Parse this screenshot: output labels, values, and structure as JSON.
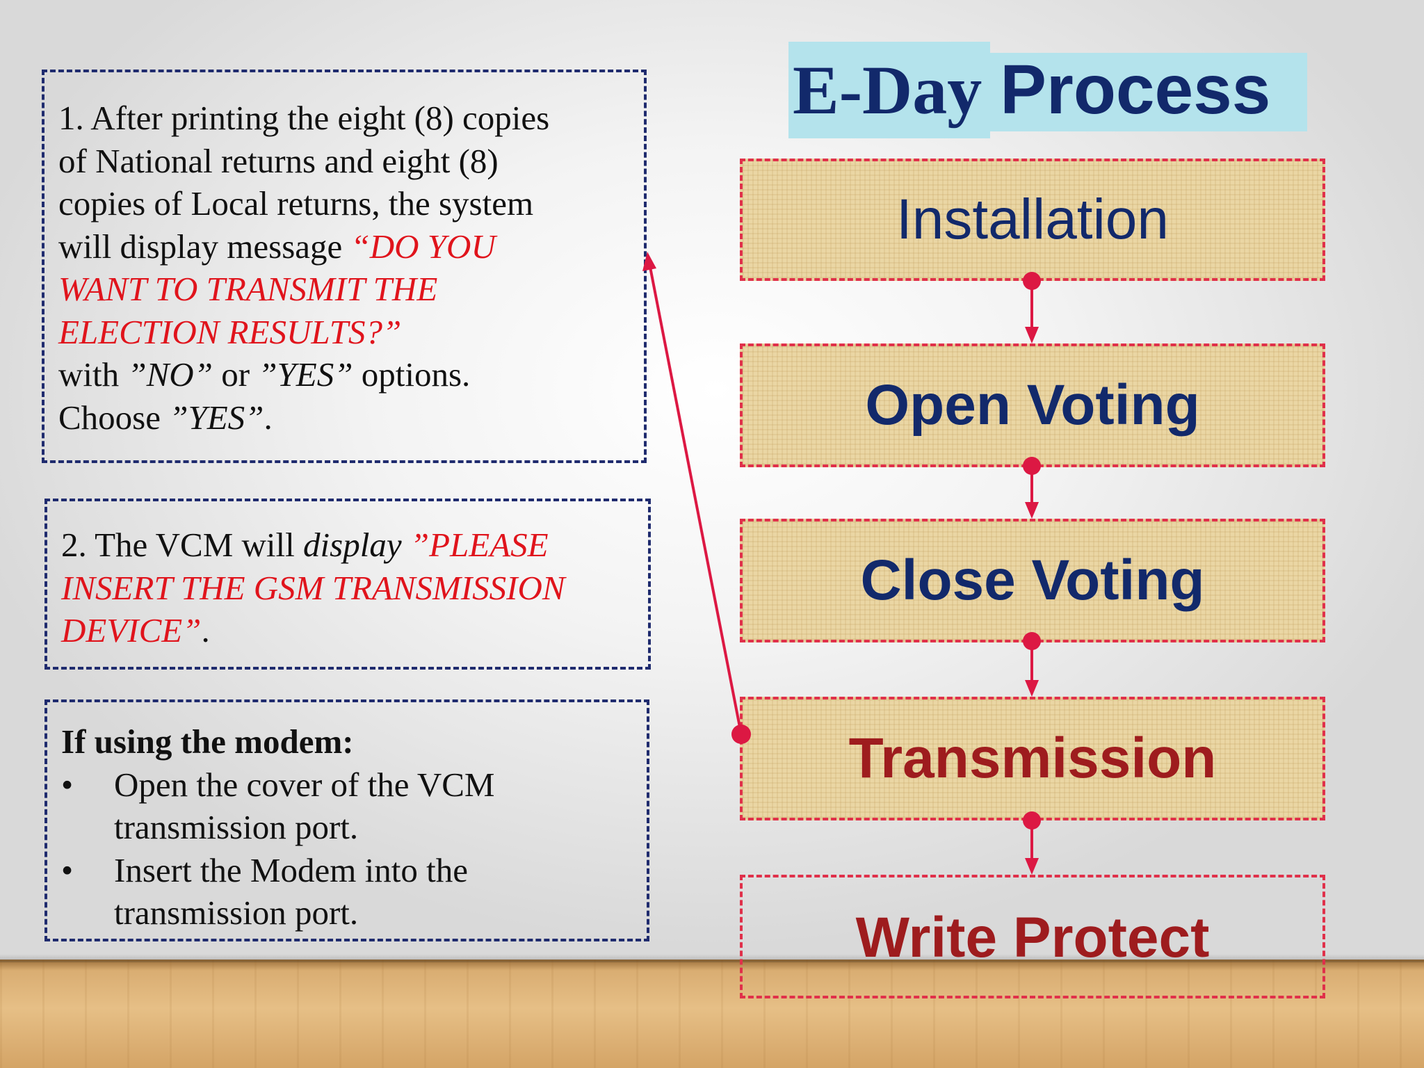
{
  "title": {
    "part1": "E-Day",
    "part2": "Process"
  },
  "steps": [
    {
      "label": "Installation"
    },
    {
      "label": "Open Voting"
    },
    {
      "label": "Close Voting"
    },
    {
      "label": "Transmission"
    },
    {
      "label": "Write Protect"
    }
  ],
  "note1": {
    "lines": [
      "1. After printing the eight (8) copies",
      "of National returns and eight (8)",
      "copies of Local returns, the system"
    ],
    "line4_prefix": "will display message ",
    "message_lines": [
      "“DO YOU",
      "WANT TO TRANSMIT THE",
      "ELECTION RESULTS?”"
    ],
    "with": "with ",
    "no": "”NO”",
    "or": " or ",
    "yes": "”YES”",
    "options": " options.",
    "choose": "Choose ",
    "choose_yes": "”YES”",
    "period": "."
  },
  "note2": {
    "prefix": "2. The VCM will ",
    "display_word": "display",
    "message_lines": [
      " ”PLEASE",
      "INSERT THE GSM TRANSMISSION",
      "DEVICE”"
    ],
    "period": "."
  },
  "note3": {
    "heading": "If using the modem:",
    "bullet_symbol": "•",
    "bullets": [
      [
        "Open the cover of the VCM",
        "transmission port."
      ],
      [
        "Insert the Modem into the",
        "transmission port."
      ]
    ]
  },
  "colors": {
    "navy": "#12296b",
    "maroon": "#9e1c1e",
    "accent_red": "#e0141c",
    "connector": "#dc1843",
    "title_bg": "#b4e3ec",
    "box_fill": "#ead6a4"
  }
}
